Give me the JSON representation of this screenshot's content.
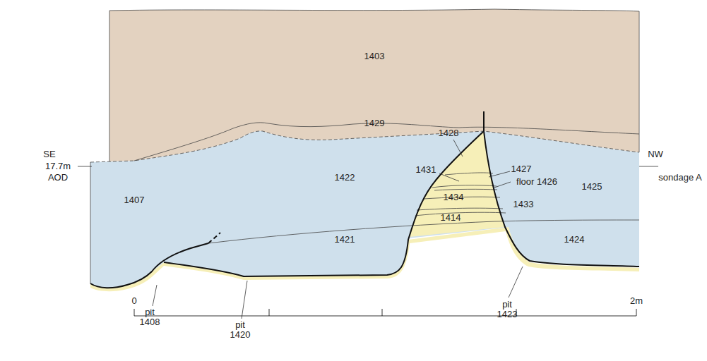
{
  "diagram": {
    "labels": [
      "SE",
      "17.7m",
      "AOD",
      "NW",
      "1403",
      "1429",
      "1428",
      "1427",
      "1431",
      "floor 1426",
      "1422",
      "1425",
      "sondage A",
      "1407",
      "1434",
      "1433",
      "1414",
      "1421",
      "1424",
      "pit 1408",
      "pit 1420",
      "pit 1423",
      "0",
      "2m"
    ]
  }
}
